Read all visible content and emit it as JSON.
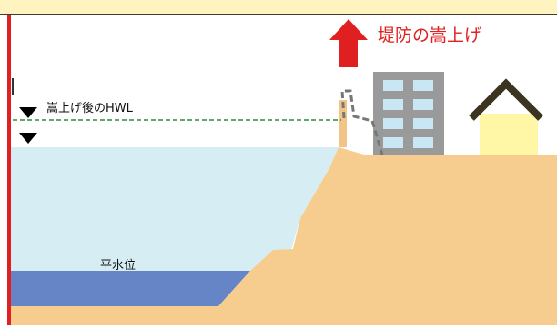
{
  "labels": {
    "raise": "堤防の嵩上げ",
    "hwl": "嵩上げ後のHWL",
    "normal_level": "平水位"
  },
  "colors": {
    "banner": "#fff4bf",
    "frame_red": "#e02020",
    "water": "#d6eef3",
    "water_bottom": "#6585c6",
    "ground": "#f6cd8e",
    "embankment": "#f3c487",
    "hwl_line": "#2f8a3a",
    "building": "#9a9a9a",
    "window": "#c9e6f4",
    "house": "#fff7a6",
    "roof": "#3a3421"
  },
  "icons": {
    "level_marker": "down-triangle-icon",
    "raise_arrow": "up-arrow-icon"
  }
}
